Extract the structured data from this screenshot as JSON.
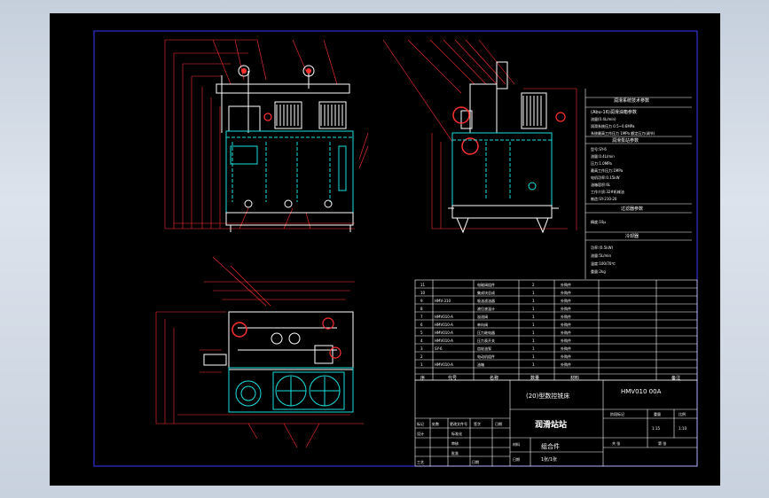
{
  "drawing": {
    "title_machine": "(20)型数控铣床",
    "drawing_number": "HMV010 00A",
    "part_name": "润滑站站",
    "assembly_label": "组合件",
    "sheet_info": "1张/1张",
    "scale_value": "1:15",
    "sheet_count": "1:10"
  },
  "notes": {
    "heading": "润滑系统技术参数",
    "subheading": "(Abu-16)润滑油箱参数",
    "lines_a": [
      "流量(0.4L/min)",
      "润滑系统压力 0.5~0.6MPa",
      "系统最高工作压力 1MPa 额定压力(调节)"
    ],
    "heading2": "润滑泵站参数",
    "lines_b": [
      "型号:SY-6",
      "流量:0.4L/min",
      "压力:1.0MPa",
      "最高工作压力:1MPa",
      "电机功率:0.15kW",
      "油箱容积:6L",
      "工作介质:32#机械油",
      "制造:SY-210-20"
    ],
    "heading3": "过滤器参数",
    "lines_c": [
      "精度:10μ"
    ],
    "heading4": "冷却器",
    "lines_d": [
      "功率:(0.5kW)",
      "流量:5L/min",
      "温度:100/70℃",
      "重量:2kg"
    ]
  },
  "bom": {
    "rows": [
      {
        "no": "11",
        "code": "",
        "name": "电磁阀组件",
        "qty": "2",
        "remark": "外购件"
      },
      {
        "no": "10",
        "code": "",
        "name": "集成块总成",
        "qty": "1",
        "remark": "外购件"
      },
      {
        "no": "9",
        "code": "HMV-310",
        "name": "吸油滤油器",
        "qty": "1",
        "remark": "外购件"
      },
      {
        "no": "8",
        "code": "",
        "name": "液位液温计",
        "qty": "1",
        "remark": "外购件"
      },
      {
        "no": "7",
        "code": "HMV010-A",
        "name": "溢流阀",
        "qty": "1",
        "remark": "外购件"
      },
      {
        "no": "6",
        "code": "HMV010-A",
        "name": "单向阀",
        "qty": "1",
        "remark": "外购件"
      },
      {
        "no": "5",
        "code": "HMV010-A",
        "name": "压力继电器",
        "qty": "1",
        "remark": "外购件"
      },
      {
        "no": "4",
        "code": "HMV010-A",
        "name": "压力表开关",
        "qty": "1",
        "remark": "外购件"
      },
      {
        "no": "3",
        "code": "SY-6",
        "name": "齿轮油泵",
        "qty": "1",
        "remark": "外购件"
      },
      {
        "no": "2",
        "code": "",
        "name": "电动机组件",
        "qty": "1",
        "remark": "外购件"
      },
      {
        "no": "1",
        "code": "HMV010-A",
        "name": "油箱",
        "qty": "1",
        "remark": "外购件"
      }
    ],
    "header": {
      "no": "序",
      "code": "代号",
      "name": "名称",
      "qty": "数量",
      "material": "材料",
      "remark": "备注"
    }
  },
  "title_block": {
    "labels": {
      "mark": "标记",
      "count": "处数",
      "zone": "更改文件号",
      "sign": "签字",
      "date": "日期",
      "design": "设计",
      "check": "审核",
      "process": "工艺",
      "standard": "标准化",
      "approve": "批准",
      "stage": "阶段标记",
      "weight": "重量",
      "scale": "比例",
      "sheet": "共 张",
      "sheet2": "第 张",
      "material": "材料",
      "date2": "日期"
    }
  }
}
